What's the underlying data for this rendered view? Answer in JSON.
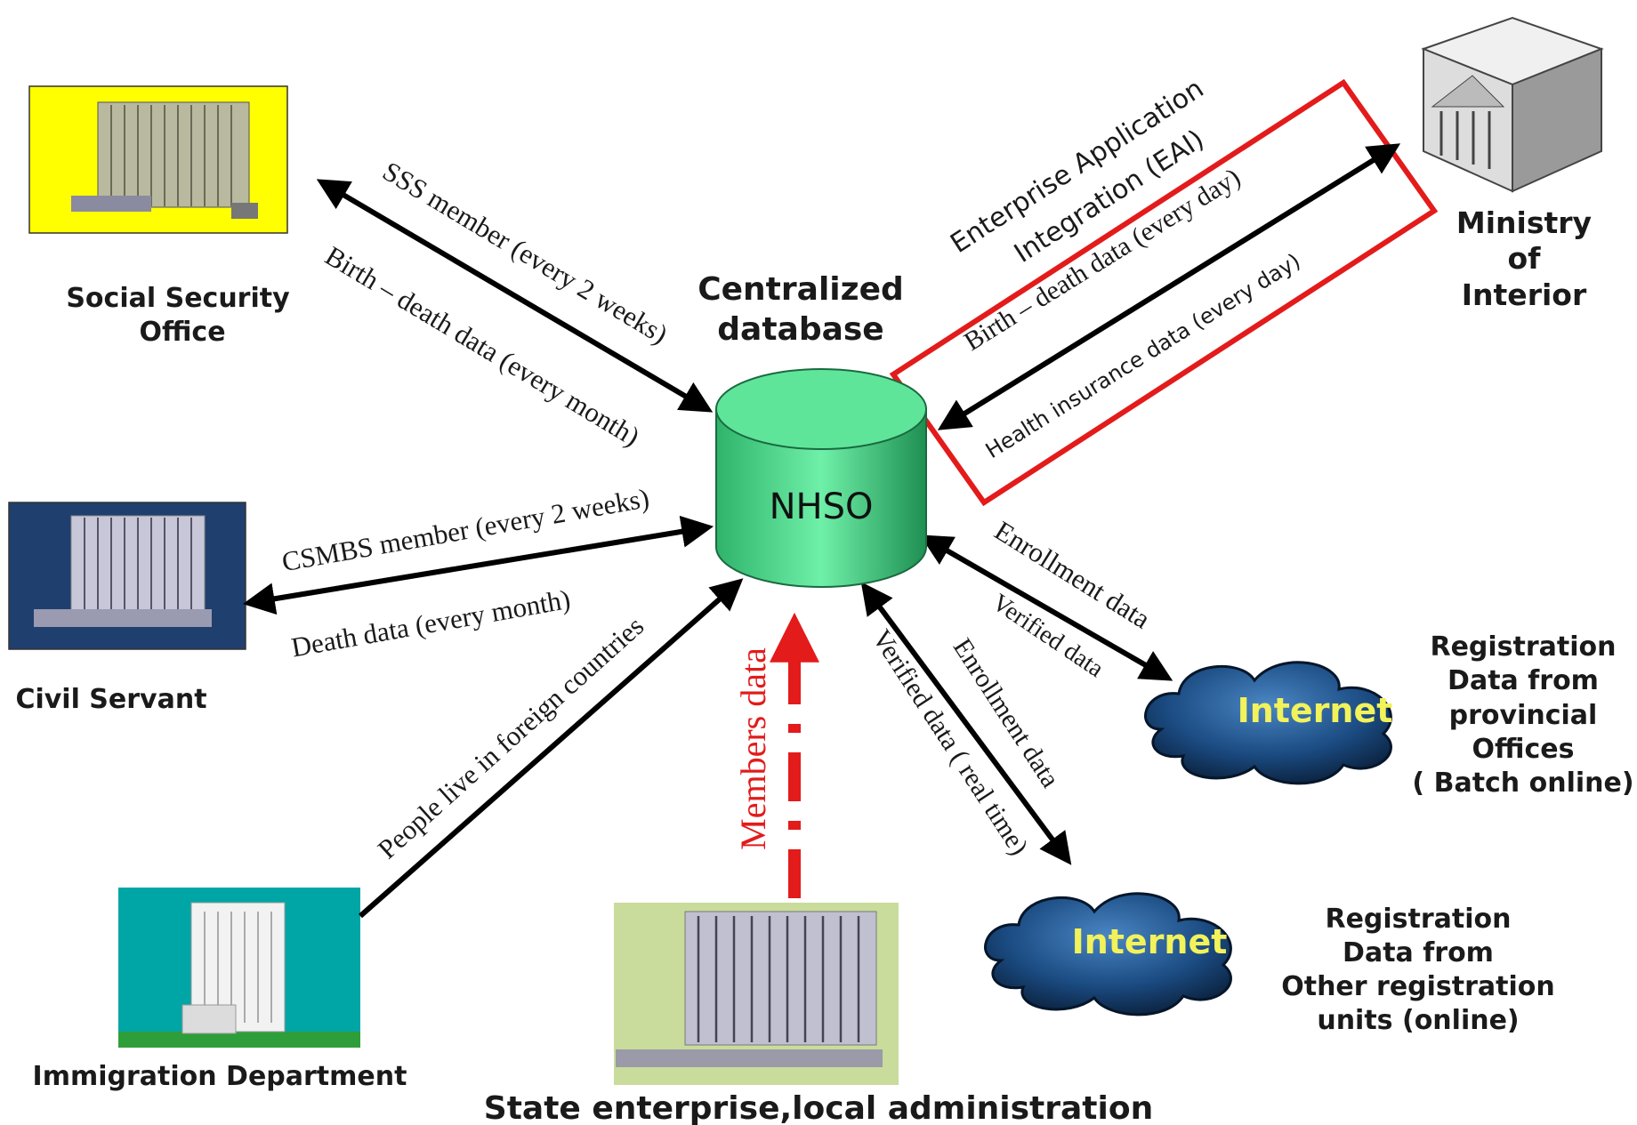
{
  "center": {
    "title_line1": "Centralized",
    "title_line2": "database",
    "db_label": "NHSO"
  },
  "nodes": {
    "social_security": {
      "line1": "Social Security",
      "line2": "Office"
    },
    "civil_servant": {
      "line1": "Civil Servant"
    },
    "immigration": {
      "line1": "Immigration Department"
    },
    "state_enterprise": {
      "line1": "State enterprise,local administration"
    },
    "ministry": {
      "line1": "Ministry",
      "line2": "of",
      "line3": "Interior"
    },
    "provincial": {
      "line1": "Registration",
      "line2": "Data from",
      "line3": "provincial",
      "line4": "Offices",
      "line5": "( Batch online)"
    },
    "other_units": {
      "line1": "Registration",
      "line2": "Data from",
      "line3": "Other registration",
      "line4": "units (online)"
    }
  },
  "clouds": {
    "upper": "Internet",
    "lower": "Internet"
  },
  "edges": {
    "sss_member": "SSS member (every 2 weeks)",
    "birth_death_month": "Birth – death  data  (every month)",
    "csmbs_member": "CSMBS member (every 2 weeks)",
    "death_month": "Death  data  (every month)",
    "people_foreign": "People  live  in foreign countries",
    "members_data": "Members  data",
    "eai_line1": "Enterprise Application",
    "eai_line2": "Integration (EAI)",
    "birth_death_day": "Birth – death  data  (every  day)",
    "health_insurance": "Health insurance data (every day)",
    "enrollment_upper": "Enrollment data",
    "verified_upper": "Verified data",
    "verified_realtime": "Verified data ( real time)",
    "enrollment_lower": "Enrollment data"
  },
  "colors": {
    "arrow": "#000000",
    "highlight": "#e31b1b",
    "db_fill": "#33cc77",
    "sso_bg": "#ffff00",
    "civil_bg": "#1f3f6e",
    "immigration_bg": "#00a6a6",
    "state_bg": "#c9dc9c",
    "cloud": "#123a66"
  }
}
